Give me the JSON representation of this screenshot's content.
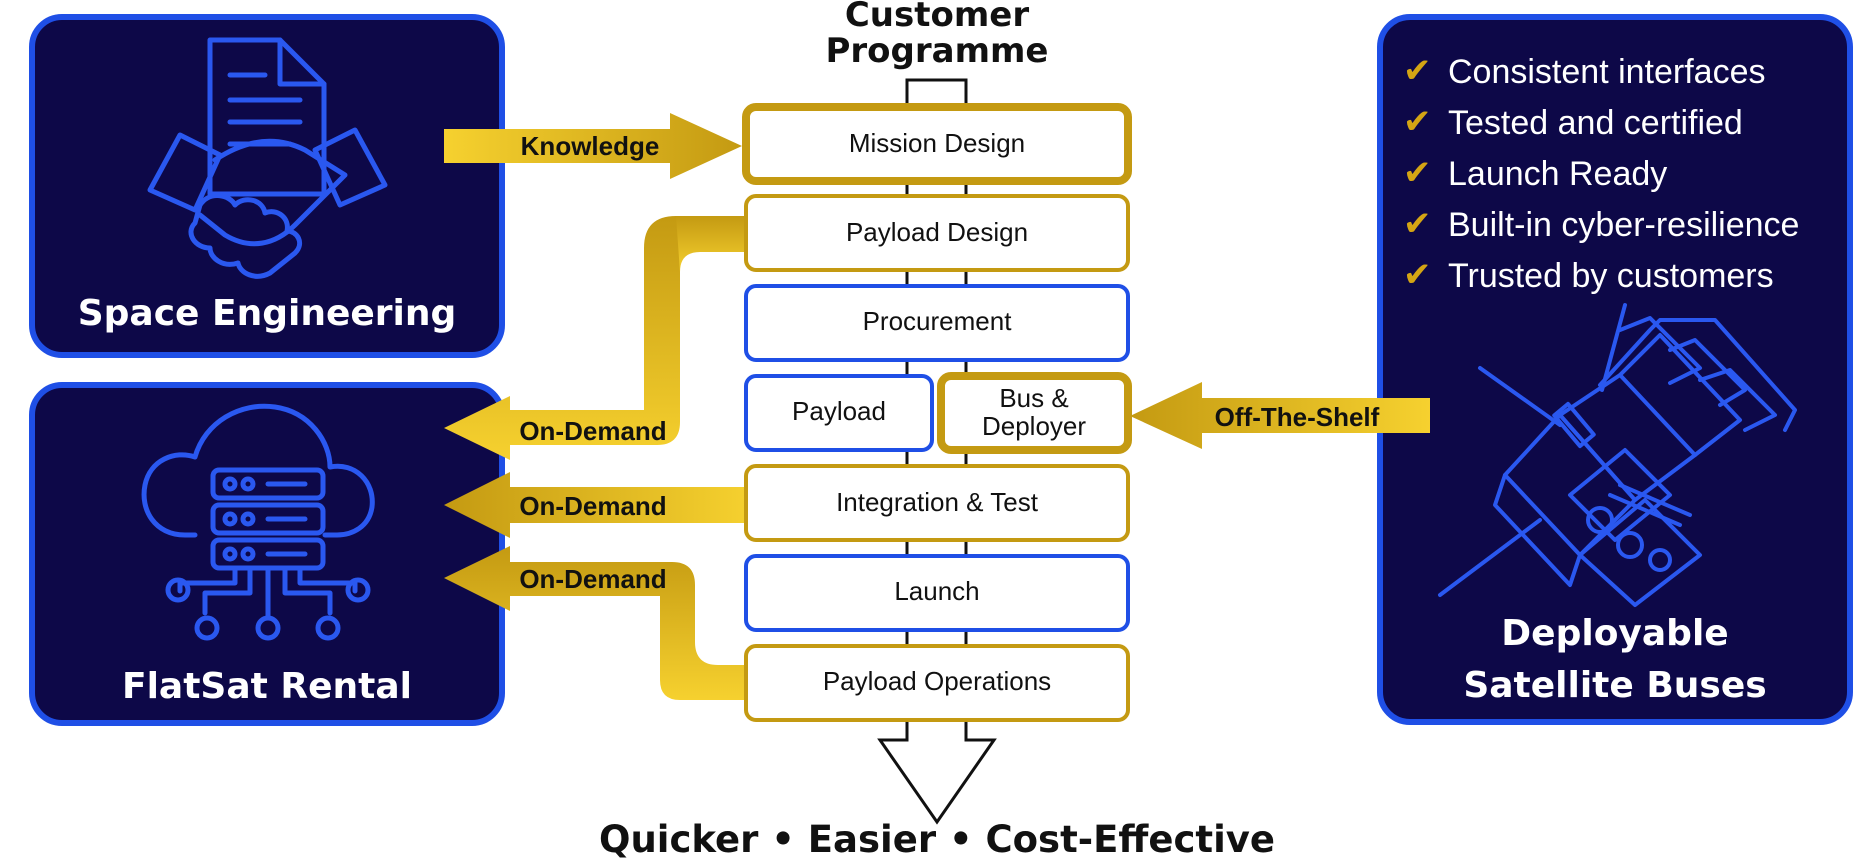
{
  "header": {
    "line1": "Customer",
    "line2": "Programme"
  },
  "panels": {
    "space_engineering": {
      "title": "Space Engineering",
      "icon": "handshake-document-icon"
    },
    "flatsat_rental": {
      "title": "FlatSat Rental",
      "icon": "cloud-server-icon"
    },
    "satellite_buses": {
      "title_line1": "Deployable",
      "title_line2": "Satellite Buses",
      "icon": "satellite-icon",
      "benefits": [
        "Consistent interfaces",
        "Tested and certified",
        "Launch Ready",
        "Built-in cyber-resilience",
        "Trusted by customers"
      ]
    }
  },
  "steps": {
    "mission_design": "Mission Design",
    "payload_design": "Payload Design",
    "procurement": "Procurement",
    "payload": "Payload",
    "bus_line1": "Bus &",
    "bus_line2": "Deployer",
    "integration_test": "Integration & Test",
    "launch": "Launch",
    "payload_operations": "Payload Operations"
  },
  "arrows": {
    "knowledge": "Knowledge",
    "on_demand_1": "On-Demand",
    "on_demand_2": "On-Demand",
    "on_demand_3": "On-Demand",
    "off_the_shelf": "Off-The-Shelf"
  },
  "tagline": "Quicker • Easier • Cost-Effective",
  "colors": {
    "navy": "#0d0848",
    "blue": "#1f4fe6",
    "gold": "#c9a21a",
    "gold_light": "#f5d130"
  }
}
